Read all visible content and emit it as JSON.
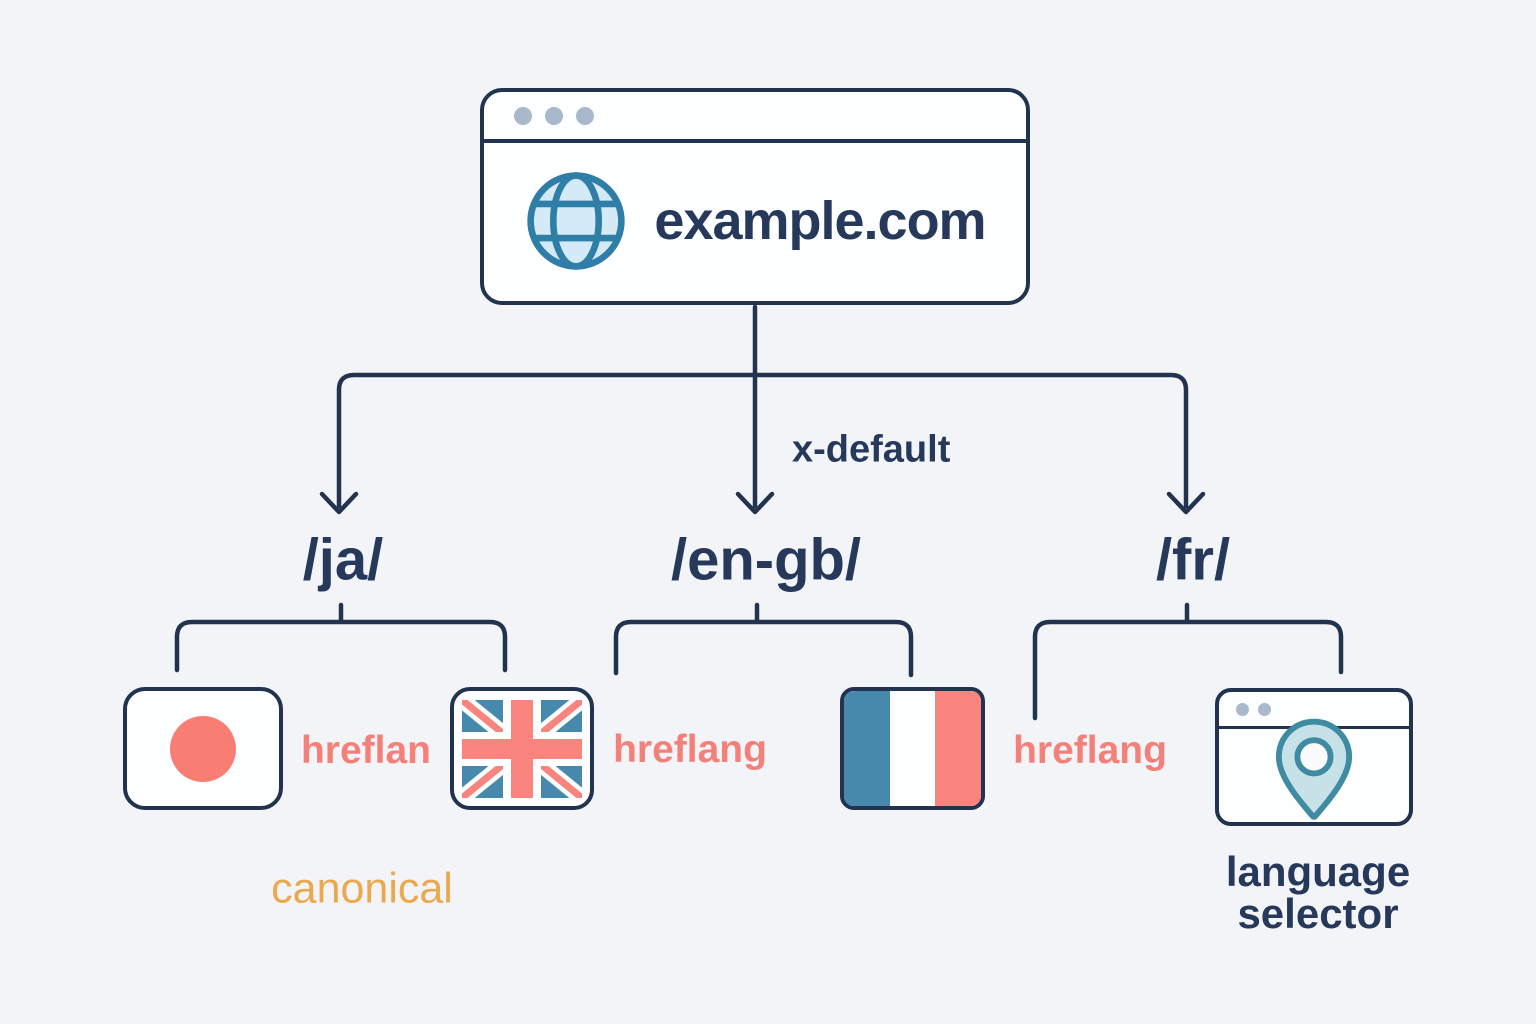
{
  "colors": {
    "background": "#F2F4F8",
    "outline_navy": "#22334F",
    "text_navy": "#26395A",
    "coral_label": "#F4807A",
    "canonical_orange": "#EAA94F",
    "flag_blue": "#4789AD",
    "flag_salmon": "#F8847D",
    "japan_circle_red": "#F87E74",
    "globe_stroke_teal": "#2E7EA7",
    "globe_fill": "#D4EAF6",
    "pin_stroke_teal": "#3F8BA1",
    "pin_fill": "#C6E2E8",
    "window_dot_gray": "#A9B8CB"
  },
  "browser_window": {
    "title": "example.com",
    "icon": "globe-icon"
  },
  "tree": {
    "x_default_label": "x-default",
    "branches": [
      {
        "label": "/ja/"
      },
      {
        "label": "/en-gb/"
      },
      {
        "label": "/fr/"
      }
    ]
  },
  "flags": {
    "japan": "japan-flag-icon",
    "uk": "uk-flag-icon",
    "france": "france-flag-icon"
  },
  "annotations": {
    "hreflang_ja": "hreflan",
    "hreflang_en_gb": "hreflang",
    "hreflang_fr": "hreflang",
    "canonical": "canonical"
  },
  "language_selector": {
    "icon": "location-pin-icon",
    "caption_lines": [
      "language",
      "selector"
    ]
  }
}
